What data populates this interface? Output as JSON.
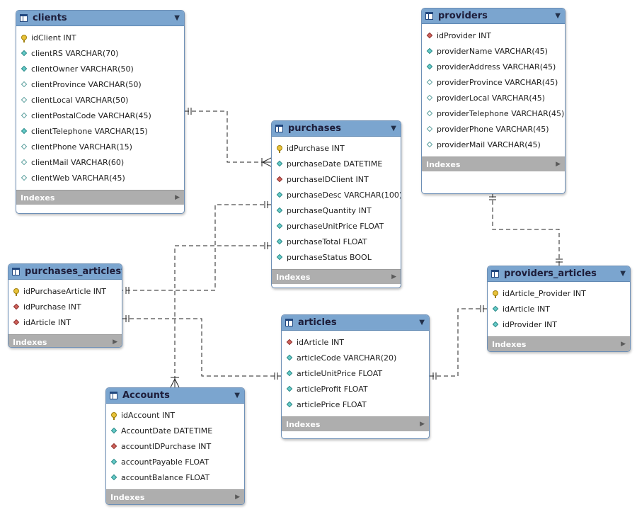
{
  "tables": {
    "clients": {
      "name": "clients",
      "columns": [
        {
          "label": "idClient INT",
          "key": "pk"
        },
        {
          "label": "clientRS VARCHAR(70)",
          "key": "nn"
        },
        {
          "label": "clientOwner VARCHAR(50)",
          "key": "nn"
        },
        {
          "label": "clientProvince VARCHAR(50)",
          "key": "nul"
        },
        {
          "label": "clientLocal VARCHAR(50)",
          "key": "nul"
        },
        {
          "label": "clientPostalCode VARCHAR(45)",
          "key": "nul"
        },
        {
          "label": "clientTelephone VARCHAR(15)",
          "key": "nn"
        },
        {
          "label": "clientPhone VARCHAR(15)",
          "key": "nul"
        },
        {
          "label": "clientMail VARCHAR(60)",
          "key": "nul"
        },
        {
          "label": "clientWeb VARCHAR(45)",
          "key": "nul"
        }
      ],
      "indexes_label": "Indexes"
    },
    "providers": {
      "name": "providers",
      "columns": [
        {
          "label": "idProvider INT",
          "key": "fk"
        },
        {
          "label": "providerName VARCHAR(45)",
          "key": "nn"
        },
        {
          "label": "providerAddress VARCHAR(45)",
          "key": "nn"
        },
        {
          "label": "providerProvince VARCHAR(45)",
          "key": "nul"
        },
        {
          "label": "providerLocal VARCHAR(45)",
          "key": "nul"
        },
        {
          "label": "providerTelephone VARCHAR(45)",
          "key": "nul"
        },
        {
          "label": "providerPhone VARCHAR(45)",
          "key": "nul"
        },
        {
          "label": "providerMail VARCHAR(45)",
          "key": "nul"
        }
      ],
      "indexes_label": "Indexes"
    },
    "purchases": {
      "name": "purchases",
      "columns": [
        {
          "label": "idPurchase INT",
          "key": "pk"
        },
        {
          "label": "purchaseDate DATETIME",
          "key": "nn"
        },
        {
          "label": "purchaseIDClient INT",
          "key": "fk"
        },
        {
          "label": "purchaseDesc VARCHAR(100)",
          "key": "nn"
        },
        {
          "label": "purchaseQuantity INT",
          "key": "nn"
        },
        {
          "label": "purchaseUnitPrice FLOAT",
          "key": "nn"
        },
        {
          "label": "purchaseTotal FLOAT",
          "key": "nn"
        },
        {
          "label": "purchaseStatus BOOL",
          "key": "nn"
        }
      ],
      "indexes_label": "Indexes"
    },
    "purchases_articles": {
      "name": "purchases_articles",
      "columns": [
        {
          "label": "idPurchaseArticle INT",
          "key": "pk"
        },
        {
          "label": "idPurchase INT",
          "key": "fk"
        },
        {
          "label": "idArticle INT",
          "key": "fk"
        }
      ],
      "indexes_label": "Indexes"
    },
    "providers_articles": {
      "name": "providers_articles",
      "columns": [
        {
          "label": "idArticle_Provider INT",
          "key": "pk"
        },
        {
          "label": "idArticle INT",
          "key": "nn"
        },
        {
          "label": "idProvider INT",
          "key": "nn"
        }
      ],
      "indexes_label": "Indexes"
    },
    "articles": {
      "name": "articles",
      "columns": [
        {
          "label": "idArticle INT",
          "key": "fk"
        },
        {
          "label": "articleCode VARCHAR(20)",
          "key": "nn"
        },
        {
          "label": "articleUnitPrice FLOAT",
          "key": "nn"
        },
        {
          "label": "articleProfit FLOAT",
          "key": "nn"
        },
        {
          "label": "articlePrice FLOAT",
          "key": "nn"
        }
      ],
      "indexes_label": "Indexes"
    },
    "accounts": {
      "name": "Accounts",
      "columns": [
        {
          "label": "idAccount INT",
          "key": "pk"
        },
        {
          "label": "AccountDate DATETIME",
          "key": "nn"
        },
        {
          "label": "accountIDPurchase INT",
          "key": "fk"
        },
        {
          "label": "accountPayable FLOAT",
          "key": "nn"
        },
        {
          "label": "accountBalance FLOAT",
          "key": "nn"
        }
      ],
      "indexes_label": "Indexes"
    }
  },
  "colors": {
    "header": "#7ba5cf",
    "footer": "#aeaeae",
    "line": "#222222"
  },
  "icons": {
    "table": "table-icon",
    "primary_key": "key-icon",
    "foreign_key": "red-diamond-icon",
    "not_null": "filled-diamond-icon",
    "nullable": "empty-diamond-icon"
  }
}
